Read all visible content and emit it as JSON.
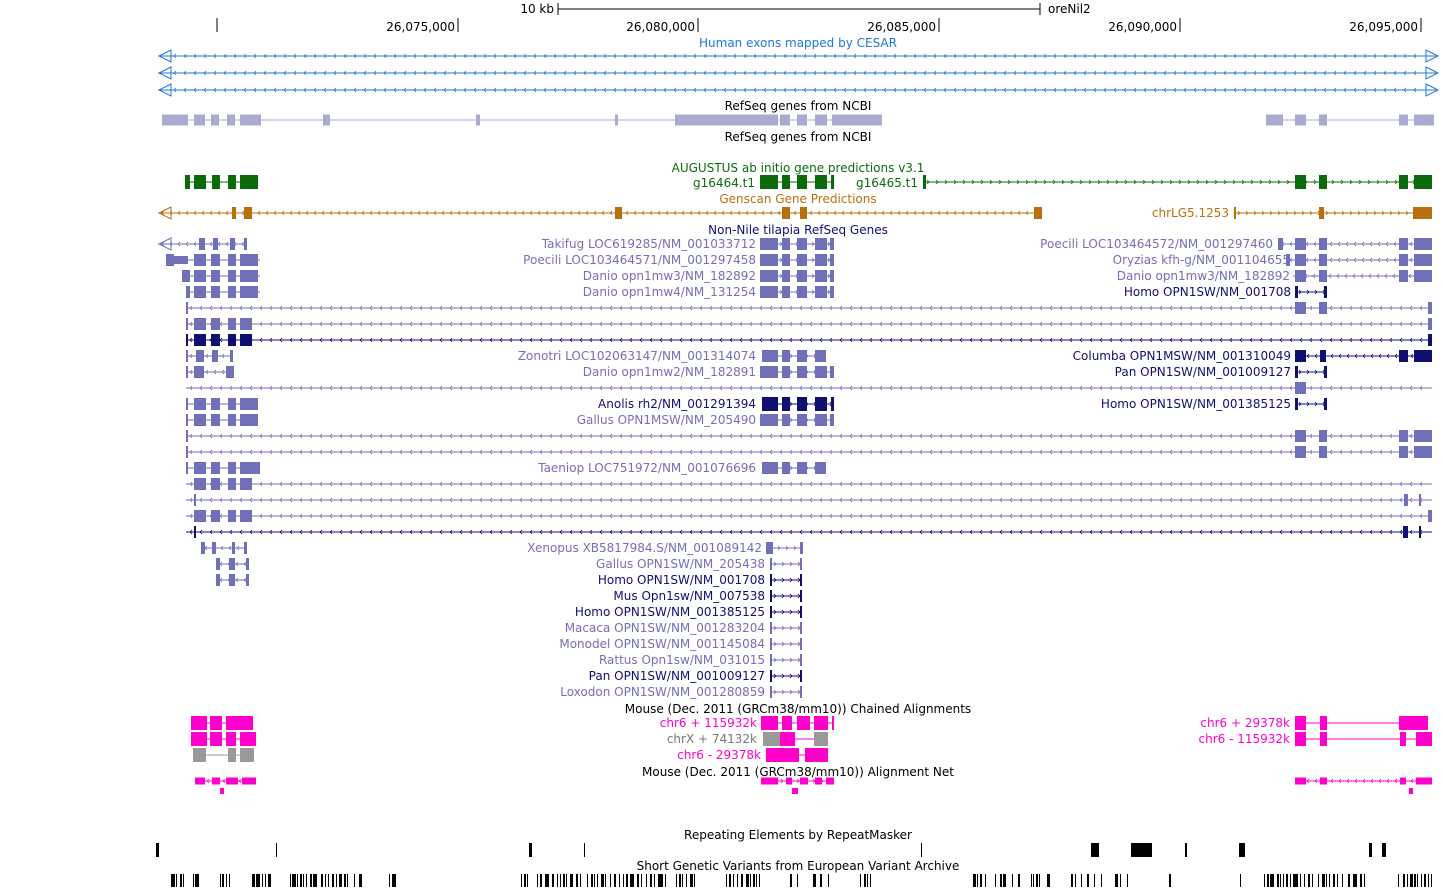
{
  "ruler": {
    "scale_label": "10 kb",
    "assembly": "oreNil2",
    "ticks": [
      "26,075,000",
      "26,080,000",
      "26,085,000",
      "26,090,000",
      "26,095,000"
    ]
  },
  "colors": {
    "cesar": "#1f77d6",
    "refseq_light": "#aaaad0",
    "augustus": "#0b6b0b",
    "genscan": "#b8700e",
    "refseq_other": "#7070b8",
    "refseq_dark": "#101070",
    "chain": "#ff00cc",
    "chain_gray": "#999999",
    "repeat": "#000000"
  },
  "tracks": {
    "cesar": {
      "title": "Human exons mapped by CESAR"
    },
    "refseq": {
      "title_top": "RefSeq genes from NCBI",
      "title_bottom": "RefSeq genes from NCBI"
    },
    "augustus": {
      "title": "AUGUSTUS ab initio gene predictions v3.1",
      "gene1": "g16464.t1",
      "gene2": "g16465.t1"
    },
    "genscan": {
      "title": "Genscan Gene Predictions",
      "gene": "chrLG5.1253"
    },
    "xeno": {
      "title": "Non-Nile tilapia RefSeq Genes",
      "left_labels": [
        "Takifug LOC619285/NM_001033712",
        "Poecili LOC103464571/NM_001297458",
        "Danio opn1mw3/NM_182892",
        "Danio opn1mw4/NM_131254",
        "Zonotri LOC102063147/NM_001314074",
        "Danio opn1mw2/NM_182891",
        "Anolis rh2/NM_001291394",
        "Gallus OPN1MSW/NM_205490",
        "Taeniop LOC751972/NM_001076696"
      ],
      "right_labels": [
        "Poecili LOC103464572/NM_001297460",
        "Oryzias kfh-g/NM_001104655",
        "Danio opn1mw3/NM_182892",
        "Homo OPN1SW/NM_001708",
        "Columba OPN1MSW/NM_001310049",
        "Pan OPN1SW/NM_001009127",
        "Homo OPN1SW/NM_001385125"
      ],
      "bottom_labels": [
        "Xenopus XB5817984.S/NM_001089142",
        "Gallus OPN1SW/NM_205438",
        "Homo OPN1SW/NM_001708",
        "Mus Opn1sw/NM_007538",
        "Homo OPN1SW/NM_001385125",
        "Macaca OPN1SW/NM_001283204",
        "Monodel OPN1SW/NM_001145084",
        "Rattus Opn1sw/NM_031015",
        "Pan OPN1SW/NM_001009127",
        "Loxodon OPN1SW/NM_001280859"
      ]
    },
    "chain": {
      "title": "Mouse (Dec. 2011 (GRCm38/mm10)) Chained Alignments",
      "labels": [
        "chr6 + 115932k",
        "chrX + 74132k",
        "chr6 - 29378k",
        "chr6 + 29378k",
        "chr6 - 115932k"
      ]
    },
    "net": {
      "title": "Mouse (Dec. 2011 (GRCm38/mm10)) Alignment Net"
    },
    "rmsk": {
      "title": "Repeating Elements by RepeatMasker"
    },
    "eva": {
      "title": "Short Genetic Variants from European Variant Archive"
    }
  }
}
